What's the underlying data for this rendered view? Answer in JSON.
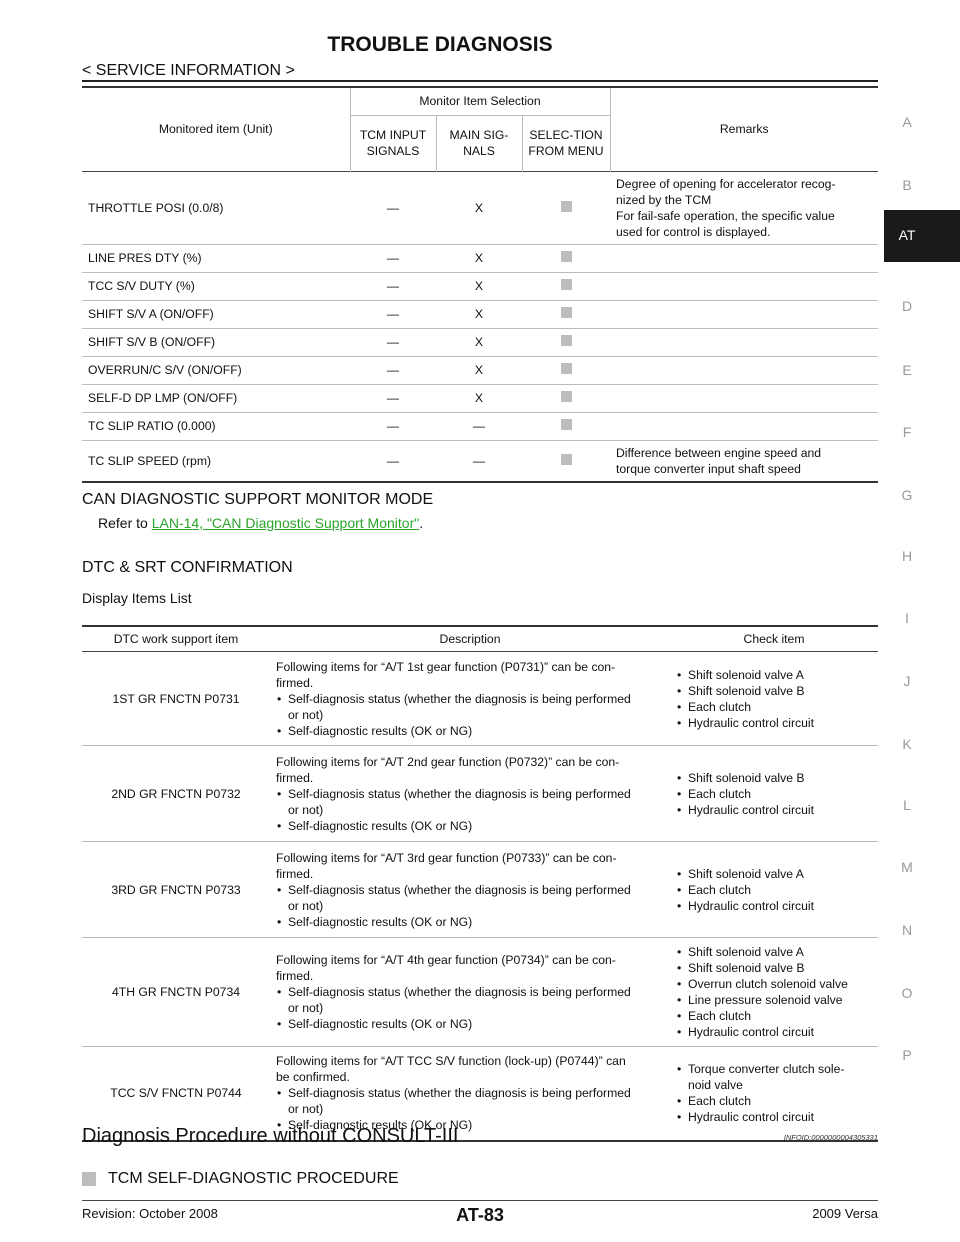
{
  "header": {
    "title": "TROUBLE DIAGNOSIS",
    "subtitle": "< SERVICE INFORMATION >"
  },
  "side_index": {
    "letters": [
      "A",
      "B",
      "D",
      "E",
      "F",
      "G",
      "H",
      "I",
      "J",
      "K",
      "L",
      "M",
      "N",
      "O",
      "P"
    ],
    "active": "AT"
  },
  "monitor_table": {
    "col_item": "Monitored item (Unit)",
    "col_group": "Monitor Item Selection",
    "col_tcm": "TCM INPUT SIGNALS",
    "col_main": "MAIN SIG-NALS",
    "col_menu": "SELEC-TION FROM MENU",
    "col_remarks": "Remarks",
    "rows": [
      {
        "item": "THROTTLE POSI (0.0/8)",
        "tcm": "—",
        "main": "X",
        "remarks": [
          "Degree of opening for accelerator recog-",
          "nized by the TCM",
          "For fail-safe operation, the specific value",
          "used for control is displayed."
        ]
      },
      {
        "item": "LINE PRES DTY (%)",
        "tcm": "—",
        "main": "X",
        "remarks": []
      },
      {
        "item": "TCC S/V DUTY (%)",
        "tcm": "—",
        "main": "X",
        "remarks": []
      },
      {
        "item": "SHIFT S/V A (ON/OFF)",
        "tcm": "—",
        "main": "X",
        "remarks": []
      },
      {
        "item": "SHIFT S/V B (ON/OFF)",
        "tcm": "—",
        "main": "X",
        "remarks": []
      },
      {
        "item": "OVERRUN/C S/V (ON/OFF)",
        "tcm": "—",
        "main": "X",
        "remarks": []
      },
      {
        "item": "SELF-D DP LMP (ON/OFF)",
        "tcm": "—",
        "main": "X",
        "remarks": []
      },
      {
        "item": "TC SLIP RATIO (0.000)",
        "tcm": "—",
        "main": "—",
        "remarks": []
      },
      {
        "item": "TC SLIP SPEED (rpm)",
        "tcm": "—",
        "main": "—",
        "remarks": [
          "Difference between engine speed and",
          "torque converter input shaft speed"
        ]
      }
    ]
  },
  "can_section": {
    "heading": "CAN DIAGNOSTIC SUPPORT MONITOR MODE",
    "ref_prefix": "Refer to ",
    "ref_link": "LAN-14, \"CAN Diagnostic Support Monitor\"",
    "ref_suffix": "."
  },
  "dtc_section": {
    "heading": "DTC & SRT CONFIRMATION",
    "subheading": "Display Items List"
  },
  "dtc_table": {
    "col_item": "DTC work support item",
    "col_desc": "Description",
    "col_check": "Check item",
    "rows": [
      {
        "item": "1ST GR FNCTN P0731",
        "desc_intro": [
          "Following items for “A/T 1st gear function (P0731)” can be con-",
          "firmed."
        ],
        "desc_bullets": [
          [
            "Self-diagnosis status (whether the diagnosis is being performed",
            "or not)"
          ],
          [
            "Self-diagnostic results (OK or NG)"
          ]
        ],
        "checks": [
          [
            "Shift solenoid valve A"
          ],
          [
            "Shift solenoid valve B"
          ],
          [
            "Each clutch"
          ],
          [
            "Hydraulic control circuit"
          ]
        ]
      },
      {
        "item": "2ND GR FNCTN P0732",
        "desc_intro": [
          "Following items for “A/T 2nd gear function (P0732)” can be con-",
          "firmed."
        ],
        "desc_bullets": [
          [
            "Self-diagnosis status (whether the diagnosis is being performed",
            "or not)"
          ],
          [
            "Self-diagnostic results (OK or NG)"
          ]
        ],
        "checks": [
          [
            "Shift solenoid valve B"
          ],
          [
            "Each clutch"
          ],
          [
            "Hydraulic control circuit"
          ]
        ]
      },
      {
        "item": "3RD GR FNCTN P0733",
        "desc_intro": [
          "Following items for “A/T 3rd gear function (P0733)” can be con-",
          "firmed."
        ],
        "desc_bullets": [
          [
            "Self-diagnosis status (whether the diagnosis is being performed",
            "or not)"
          ],
          [
            "Self-diagnostic results (OK or NG)"
          ]
        ],
        "checks": [
          [
            "Shift solenoid valve A"
          ],
          [
            "Each clutch"
          ],
          [
            "Hydraulic control circuit"
          ]
        ]
      },
      {
        "item": "4TH GR FNCTN P0734",
        "desc_intro": [
          "Following items for “A/T 4th gear function (P0734)” can be con-",
          "firmed."
        ],
        "desc_bullets": [
          [
            "Self-diagnosis status (whether the diagnosis is being performed",
            "or not)"
          ],
          [
            "Self-diagnostic results (OK or NG)"
          ]
        ],
        "checks": [
          [
            "Shift solenoid valve A"
          ],
          [
            "Shift solenoid valve B"
          ],
          [
            "Overrun clutch solenoid valve"
          ],
          [
            "Line pressure solenoid valve"
          ],
          [
            "Each clutch"
          ],
          [
            "Hydraulic control circuit"
          ]
        ]
      },
      {
        "item": "TCC S/V FNCTN P0744",
        "desc_intro": [
          "Following items for “A/T TCC S/V function (lock-up) (P0744)” can",
          "be confirmed."
        ],
        "desc_bullets": [
          [
            "Self-diagnosis status (whether the diagnosis is being performed",
            "or not)"
          ],
          [
            "Self-diagnostic results (OK or NG)"
          ]
        ],
        "checks": [
          [
            "Torque converter clutch sole-",
            "noid valve"
          ],
          [
            "Each clutch"
          ],
          [
            "Hydraulic control circuit"
          ]
        ]
      }
    ]
  },
  "procedure": {
    "heading": "Diagnosis Procedure without CONSULT-III",
    "infoid": "INFOID:0000000004305331",
    "subheading": "TCM SELF-DIAGNOSTIC PROCEDURE"
  },
  "footer": {
    "revision": "Revision: October 2008",
    "page": "AT-83",
    "model": "2009 Versa"
  }
}
